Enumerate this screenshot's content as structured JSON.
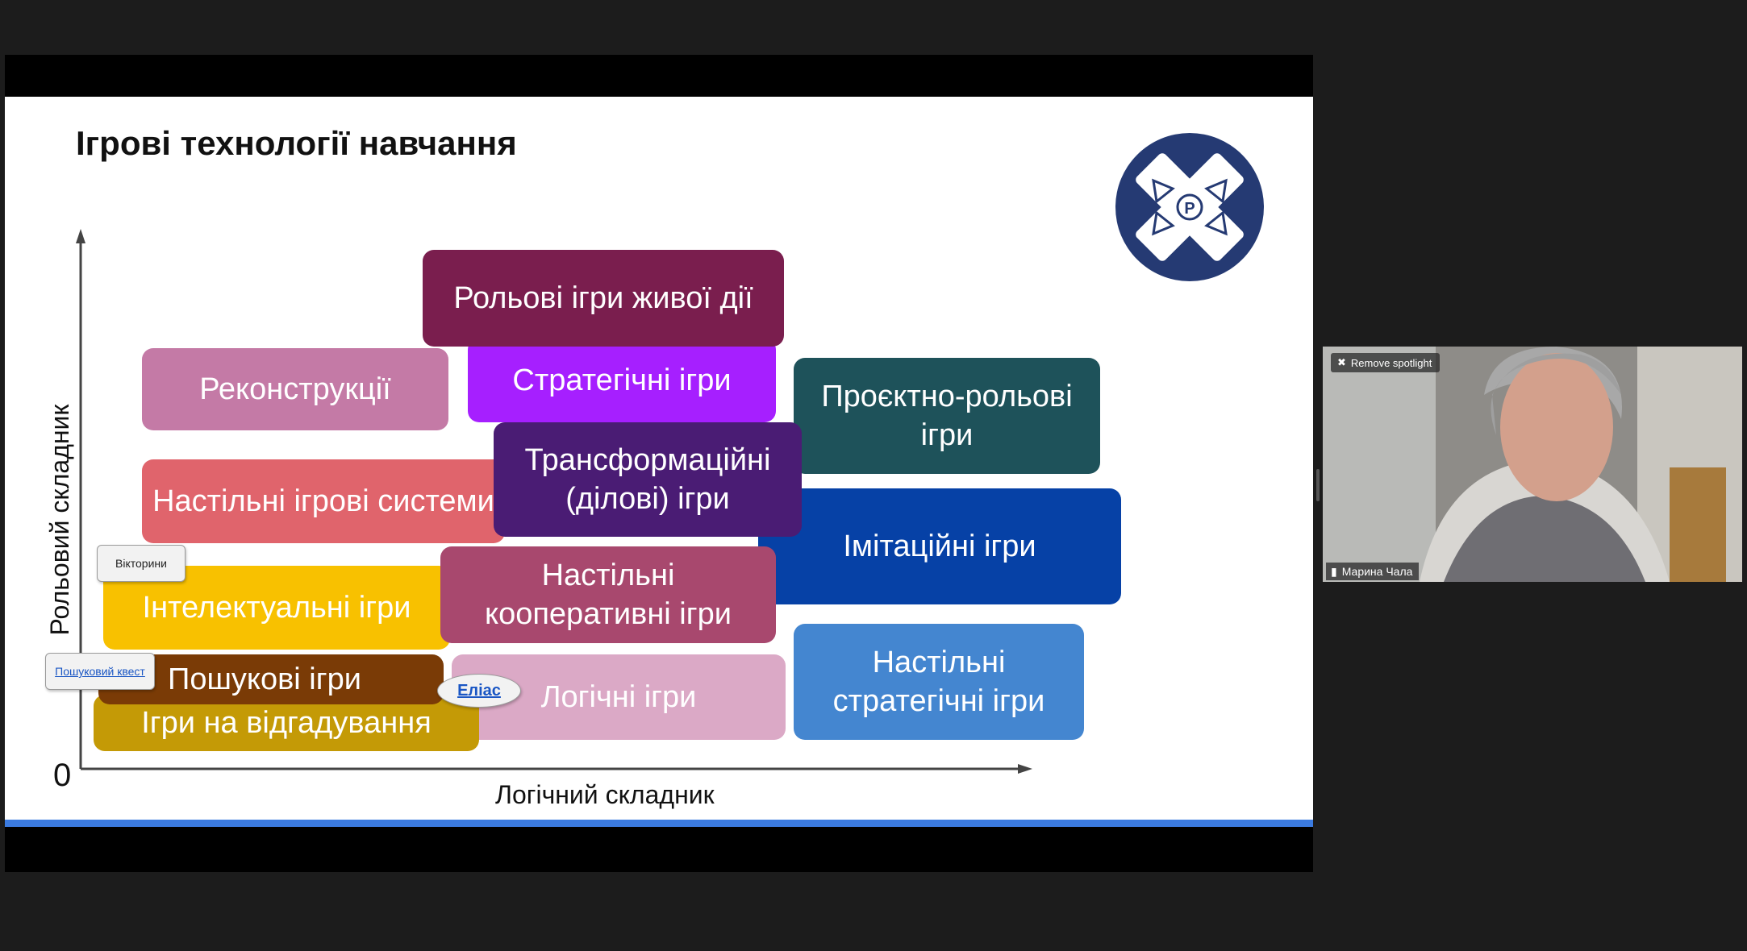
{
  "slide": {
    "title": "Ігрові технології навчання",
    "y_axis_label": "Рольовий складник",
    "x_axis_label": "Логічний складник",
    "zero_label": "0",
    "boxes": [
      {
        "id": "live-action",
        "label": "Рольові ігри живої дії",
        "color": "#7a1e4e"
      },
      {
        "id": "reconstruction",
        "label": "Реконструкції",
        "color": "#c47aa6"
      },
      {
        "id": "strategic",
        "label": "Стратегічні ігри",
        "color": "#a61fff"
      },
      {
        "id": "project-role",
        "label": "Проєктно-рольові ігри",
        "color": "#1e525a"
      },
      {
        "id": "board-systems",
        "label": "Настільні  ігрові системи",
        "color": "#e0646c"
      },
      {
        "id": "transformational",
        "label": "Трансформаційні (ділові) ігри",
        "color": "#4a1c74"
      },
      {
        "id": "imitation",
        "label": "Імітаційні ігри",
        "color": "#0641a6"
      },
      {
        "id": "intellectual",
        "label": "Інтелектуальні ігри",
        "color": "#f8c100"
      },
      {
        "id": "board-coop",
        "label": "Настільні кооперативні ігри",
        "color": "#a8486e"
      },
      {
        "id": "search",
        "label": "Пошукові ігри",
        "color": "#7a3b06"
      },
      {
        "id": "logic",
        "label": "Логічні ігри",
        "color": "#dba9c6"
      },
      {
        "id": "board-strategic",
        "label": "Настільні стратегічні ігри",
        "color": "#4486d0"
      },
      {
        "id": "guessing",
        "label": "Ігри на відгадування",
        "color": "#c49a06"
      }
    ],
    "callouts": {
      "quizzes": "Вікторини",
      "quest": "Пошуковий квест",
      "elias": "Еліас"
    }
  },
  "video": {
    "spotlight_label": "Remove spotlight",
    "participant_name": "Марина Чала"
  }
}
